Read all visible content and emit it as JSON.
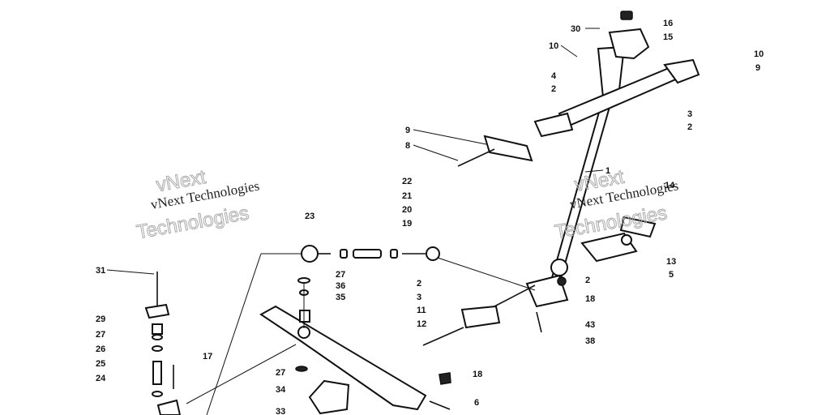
{
  "diagram": {
    "callouts": [
      {
        "id": "c30",
        "text": "30"
      },
      {
        "id": "c16",
        "text": "16"
      },
      {
        "id": "c15",
        "text": "15"
      },
      {
        "id": "c10a",
        "text": "10"
      },
      {
        "id": "c10b",
        "text": "10"
      },
      {
        "id": "c9a",
        "text": "9"
      },
      {
        "id": "c4",
        "text": "4"
      },
      {
        "id": "c2a",
        "text": "2"
      },
      {
        "id": "c3a",
        "text": "3"
      },
      {
        "id": "c2b",
        "text": "2"
      },
      {
        "id": "c9b",
        "text": "9"
      },
      {
        "id": "c8",
        "text": "8"
      },
      {
        "id": "c1",
        "text": "1"
      },
      {
        "id": "c14",
        "text": "14"
      },
      {
        "id": "c22",
        "text": "22"
      },
      {
        "id": "c21",
        "text": "21"
      },
      {
        "id": "c20",
        "text": "20"
      },
      {
        "id": "c19",
        "text": "19"
      },
      {
        "id": "c23",
        "text": "23"
      },
      {
        "id": "c13",
        "text": "13"
      },
      {
        "id": "c5",
        "text": "5"
      },
      {
        "id": "c2c",
        "text": "2"
      },
      {
        "id": "c18a",
        "text": "18"
      },
      {
        "id": "c31",
        "text": "31"
      },
      {
        "id": "c27a",
        "text": "27"
      },
      {
        "id": "c36",
        "text": "36"
      },
      {
        "id": "c35",
        "text": "35"
      },
      {
        "id": "c2d",
        "text": "2"
      },
      {
        "id": "c3b",
        "text": "3"
      },
      {
        "id": "c11",
        "text": "11"
      },
      {
        "id": "c12",
        "text": "12"
      },
      {
        "id": "c43",
        "text": "43"
      },
      {
        "id": "c38",
        "text": "38"
      },
      {
        "id": "c29",
        "text": "29"
      },
      {
        "id": "c27b",
        "text": "27"
      },
      {
        "id": "c26",
        "text": "26"
      },
      {
        "id": "c25",
        "text": "25"
      },
      {
        "id": "c17",
        "text": "17"
      },
      {
        "id": "c24",
        "text": "24"
      },
      {
        "id": "c27c",
        "text": "27"
      },
      {
        "id": "c34",
        "text": "34"
      },
      {
        "id": "c18b",
        "text": "18"
      },
      {
        "id": "c6",
        "text": "6"
      },
      {
        "id": "c33",
        "text": "33"
      }
    ],
    "watermark": {
      "line1": "vNext Technologies",
      "line2": "Technologies",
      "ghost": "vNext"
    }
  }
}
